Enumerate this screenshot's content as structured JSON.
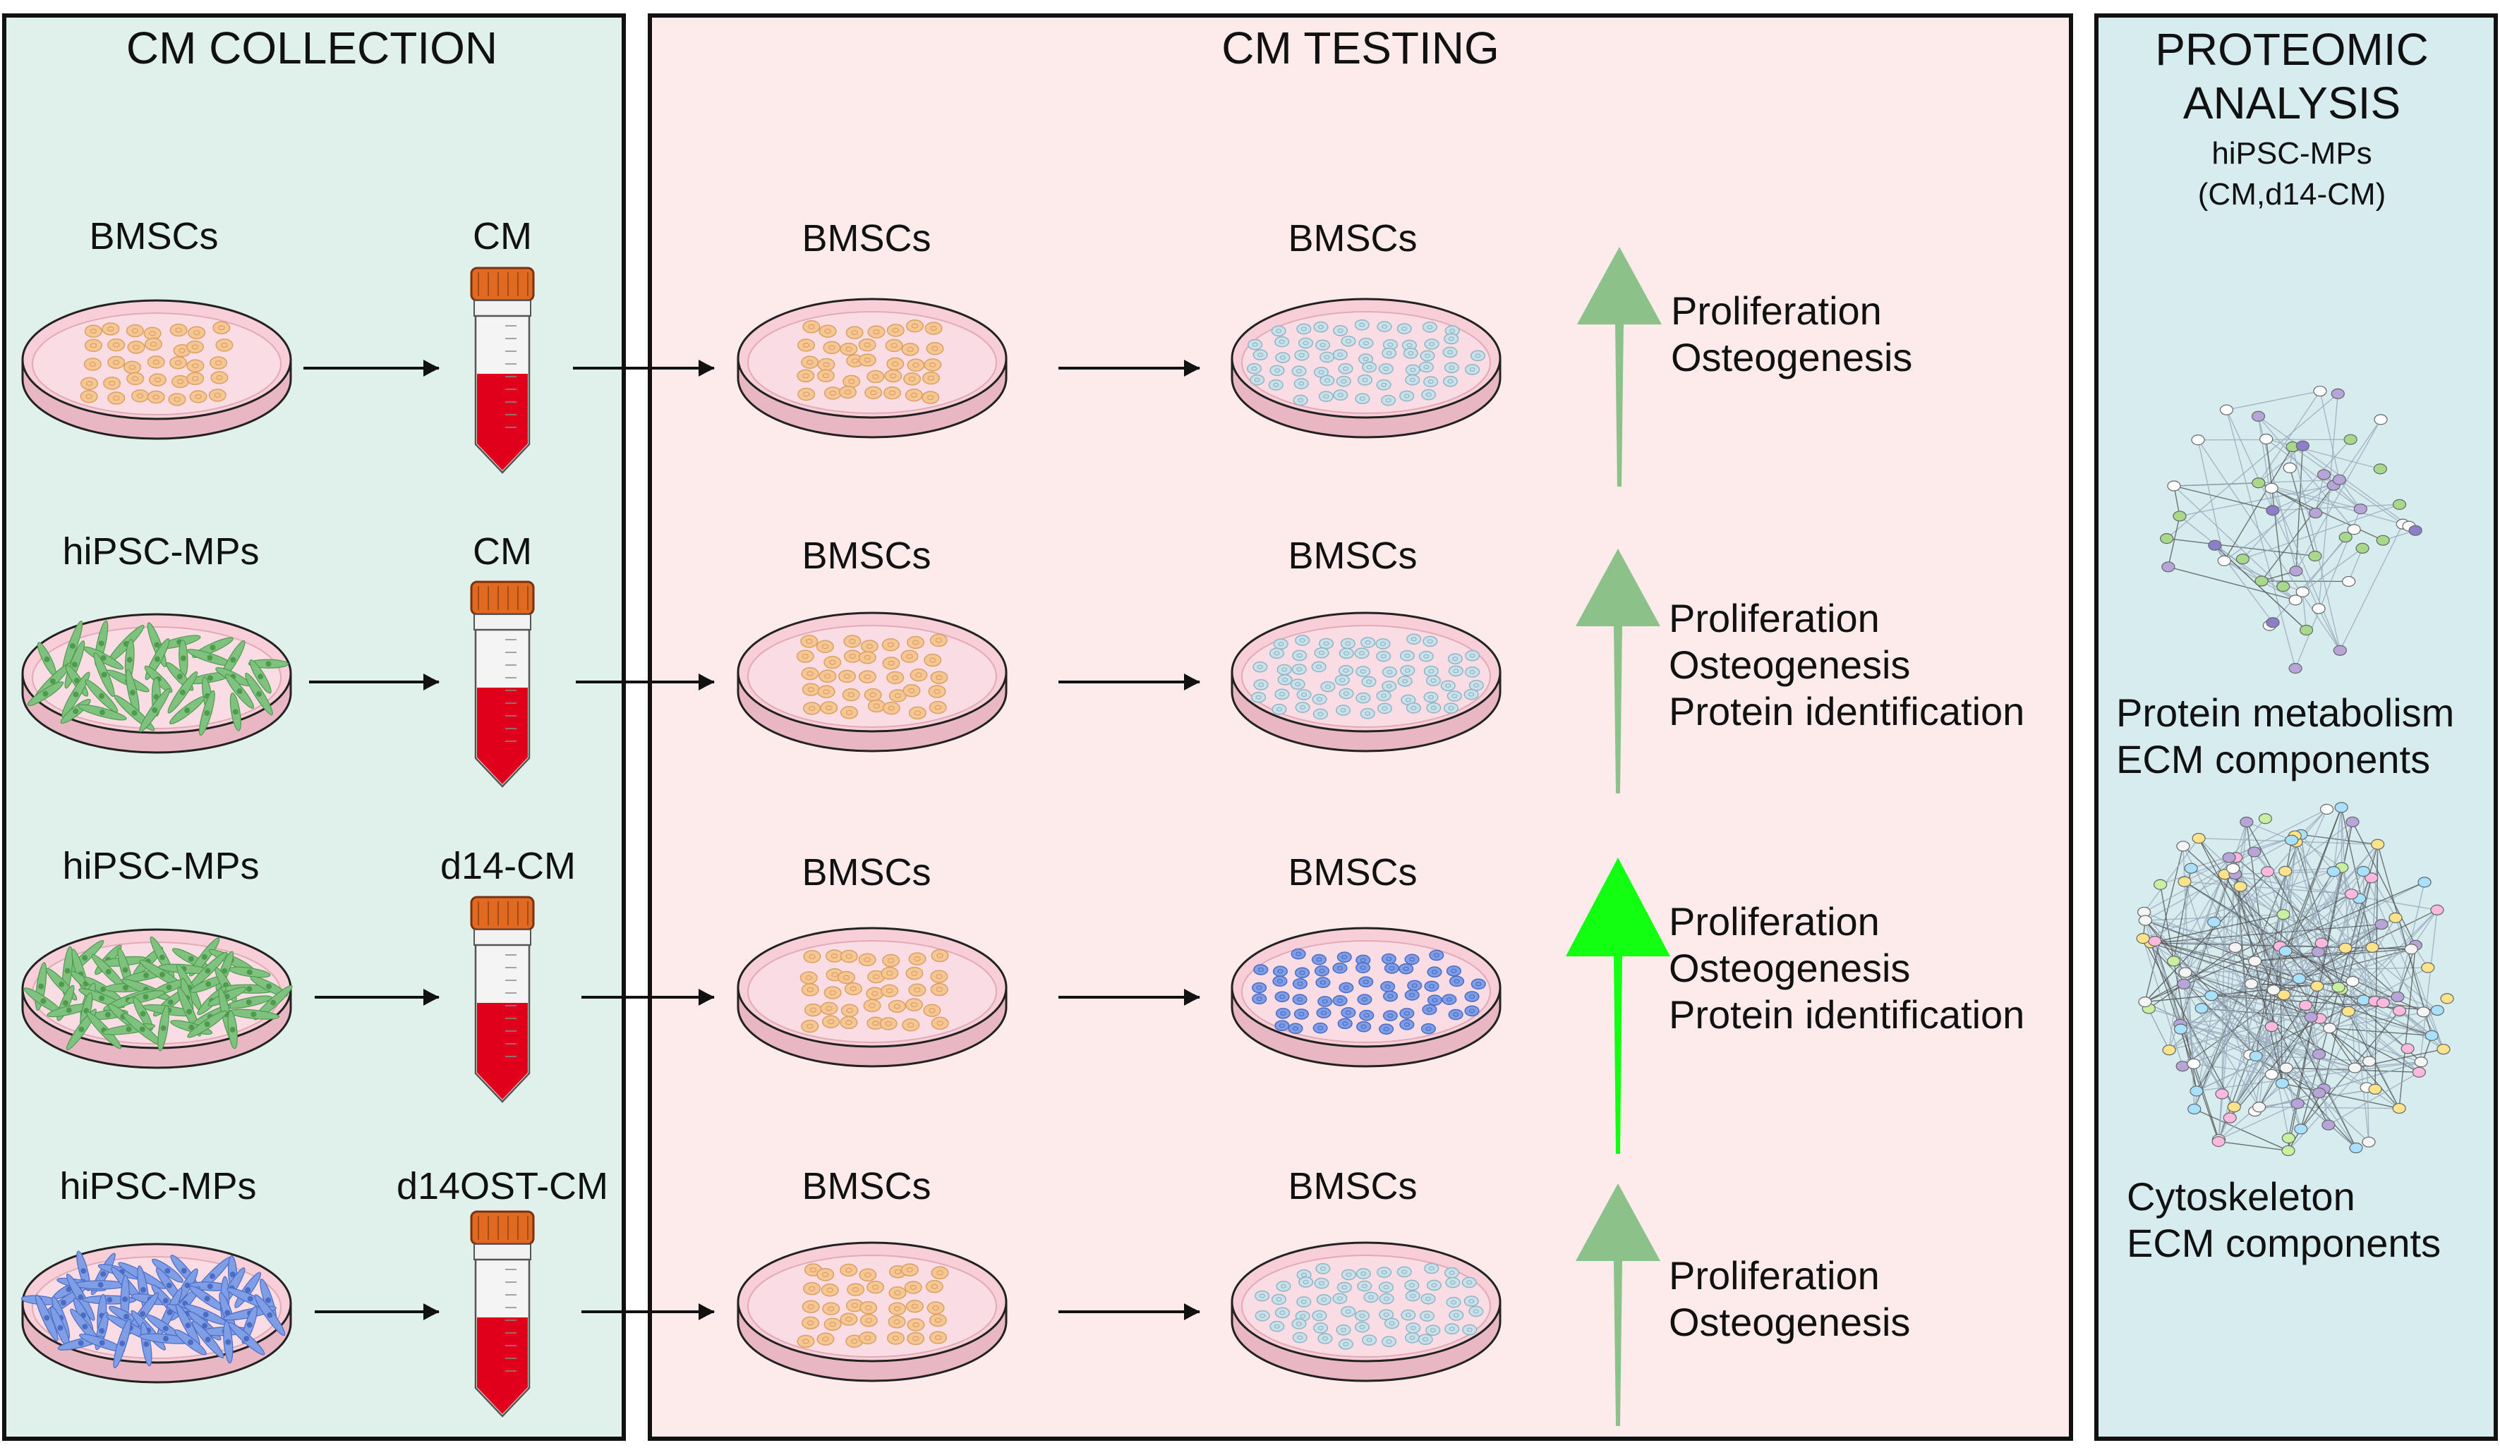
{
  "panels": {
    "collection": {
      "title": "CM COLLECTION",
      "rows": [
        {
          "source_label": "BMSCs",
          "cm_label": "CM",
          "cells": "orange"
        },
        {
          "source_label": "hiPSC-MPs",
          "cm_label": "CM",
          "cells": "green-light"
        },
        {
          "source_label": "hiPSC-MPs",
          "cm_label": "d14-CM",
          "cells": "green-dense"
        },
        {
          "source_label": "hiPSC-MPs",
          "cm_label": "d14OST-CM",
          "cells": "blue"
        }
      ]
    },
    "testing": {
      "title": "CM TESTING",
      "rows": [
        {
          "before_label": "BMSCs",
          "after_label": "BMSCs",
          "result": "light-blue",
          "arrow": "pale-green",
          "outcomes": [
            "Proliferation",
            "Osteogenesis"
          ]
        },
        {
          "before_label": "BMSCs",
          "after_label": "BMSCs",
          "result": "light-blue",
          "arrow": "pale-green",
          "outcomes": [
            "Proliferation",
            "Osteogenesis",
            "Protein identification"
          ]
        },
        {
          "before_label": "BMSCs",
          "after_label": "BMSCs",
          "result": "blue",
          "arrow": "bright-green",
          "outcomes": [
            "Proliferation",
            "Osteogenesis",
            "Protein identification"
          ]
        },
        {
          "before_label": "BMSCs",
          "after_label": "BMSCs",
          "result": "light-blue",
          "arrow": "pale-green",
          "outcomes": [
            "Proliferation",
            "Osteogenesis"
          ]
        }
      ]
    },
    "proteomic": {
      "title_line1": "PROTEOMIC",
      "title_line2": "ANALYSIS",
      "subtitle_line1": "hiPSC-MPs",
      "subtitle_line2": "(CM,d14-CM)",
      "network1_labels": [
        "Protein metabolism",
        "ECM components"
      ],
      "network2_labels": [
        "Cytoskeleton",
        "ECM components"
      ]
    }
  },
  "colors": {
    "collection_bg": "#e0f0ea",
    "testing_bg": "#fdeaea",
    "proteomic_bg": "#d6ecef",
    "dish_pink": "#f8cfd8",
    "cell_orange": "#f6c793",
    "cell_green": "#7fc27f",
    "cell_blue": "#7f9ee6",
    "cell_lightblue": "#c9e1ea",
    "tube_red": "#e0001c",
    "tube_cap": "#e06a22",
    "arrow_pale_green": "#8cc28a",
    "arrow_bright_green": "#12ff12"
  }
}
